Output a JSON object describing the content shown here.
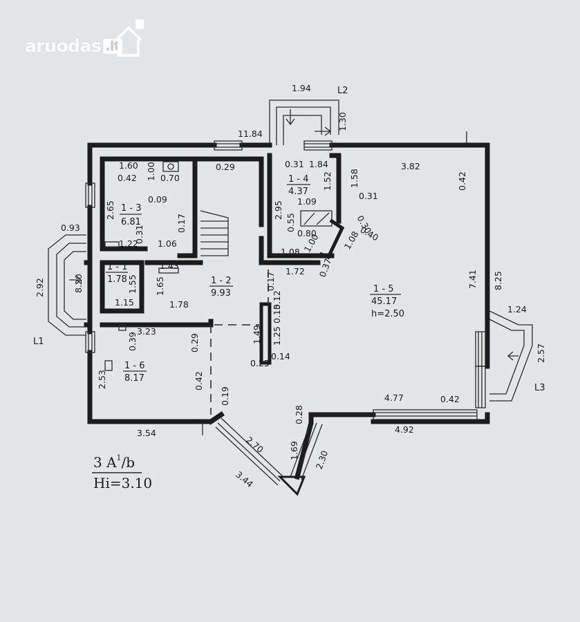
{
  "watermark": {
    "name": "aruodas",
    "tld": ".lt"
  },
  "rooms": [
    {
      "id": "1 - 1",
      "area": "1.78"
    },
    {
      "id": "1 - 2",
      "area": "9.93"
    },
    {
      "id": "1 - 3",
      "area": "6.81"
    },
    {
      "id": "1 - 4",
      "area": "4.37"
    },
    {
      "id": "1 - 5",
      "area": "45.17",
      "height": "h=2.50"
    },
    {
      "id": "1 - 6",
      "area": "8.17"
    }
  ],
  "level_labels": [
    "L1",
    "L2",
    "L3"
  ],
  "dimensions": [
    "1.94",
    "1.30",
    "11.84",
    "0.29",
    "0.31",
    "1.84",
    "1.58",
    "3.82",
    "0.42",
    "1.60",
    "0.42",
    "1.00",
    "0.70",
    "0.09",
    "2.65",
    "0.17",
    "0.31",
    "1.22",
    "1.06",
    "1.43",
    "0.93",
    "2.92",
    "8.20",
    "1.55",
    "1.65",
    "1.15",
    "1.78",
    "2.95",
    "1.52",
    "1.09",
    "0.31",
    "0.55",
    "0.30",
    "0.40",
    "0.80",
    "1.00",
    "1.08",
    "1.08",
    "0.37",
    "1.72",
    "0.17",
    "0.12",
    "0.15",
    "1.49",
    "1.25",
    "0.25",
    "0.14",
    "7.41",
    "8.25",
    "1.24",
    "2.57",
    "3.23",
    "0.39",
    "0.29",
    "2.53",
    "0.42",
    "0.19",
    "3.54",
    "0.28",
    "1.69",
    "2.70",
    "3.44",
    "2.30",
    "4.77",
    "0.42",
    "4.92"
  ],
  "legend": {
    "line1": "3 A",
    "superscript": "1",
    "suffix": "/b",
    "line2": "Hi=3.10"
  }
}
